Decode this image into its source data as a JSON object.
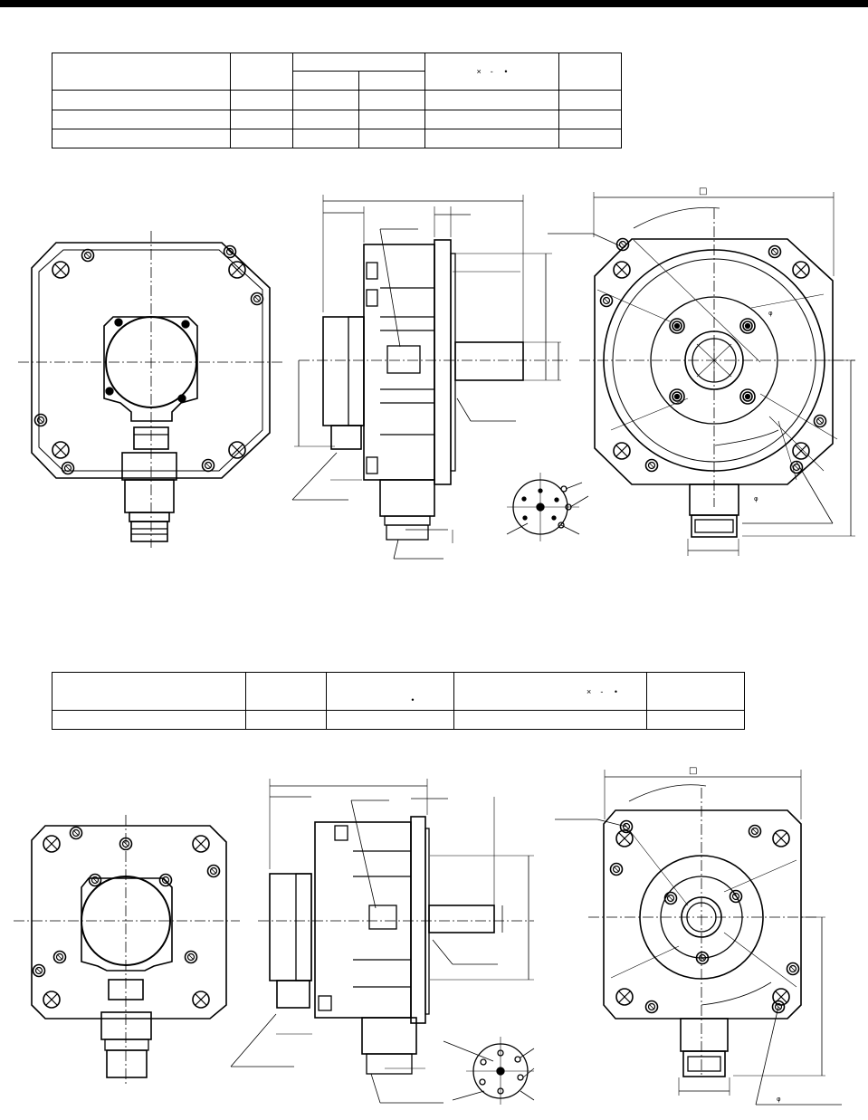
{
  "table1": {
    "note_glyphs": [
      "×",
      "-",
      "•"
    ],
    "rows": 4
  },
  "table2": {
    "note_glyphs": [
      "×",
      "-",
      "•"
    ],
    "dot_glyph": "•",
    "rows": 2
  },
  "drawing1": {
    "square_symbol": "□",
    "diameter_symbol": "φ"
  },
  "drawing2": {
    "square_symbol": "□",
    "diameter_symbol": "φ"
  }
}
